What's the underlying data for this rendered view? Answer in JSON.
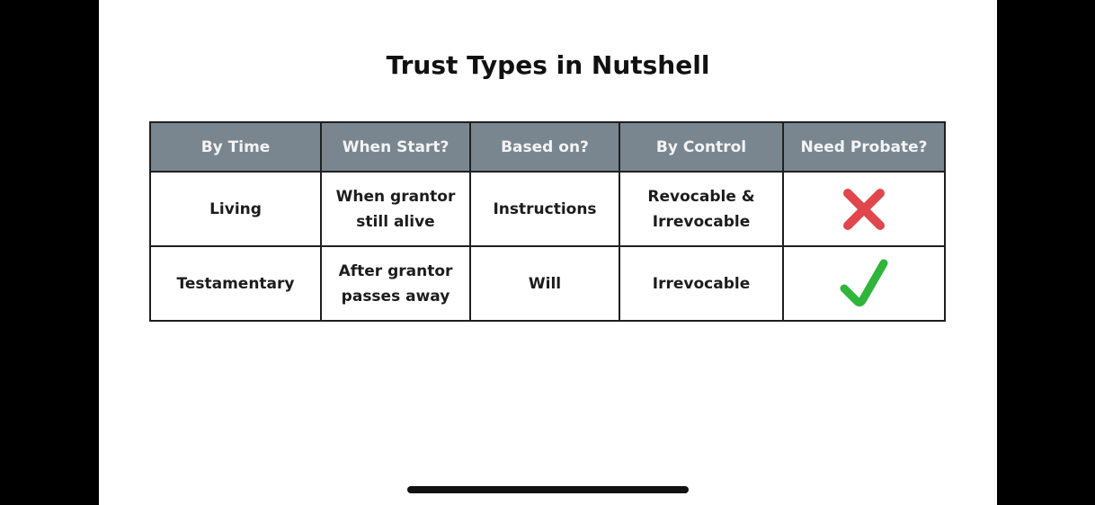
{
  "title": "Trust Types in Nutshell",
  "table": {
    "headers": [
      "By Time",
      "When Start?",
      "Based on?",
      "By Control",
      "Need Probate?"
    ],
    "rows": [
      {
        "by_time": "Living",
        "when_start": [
          "When grantor",
          "still alive"
        ],
        "based_on": "Instructions",
        "by_control": [
          "Revocable &",
          "Irrevocable"
        ],
        "need_probate": {
          "value": "No",
          "icon": "x-icon",
          "color": "#e0474c"
        }
      },
      {
        "by_time": "Testamentary",
        "when_start": [
          "After grantor",
          "passes away"
        ],
        "based_on": "Will",
        "by_control": [
          "Irrevocable"
        ],
        "need_probate": {
          "value": "Yes",
          "icon": "check-icon",
          "color": "#2fb53a"
        }
      }
    ]
  },
  "colors": {
    "header_bg": "#7a868f",
    "header_text": "#f2f4f5",
    "border": "#1f1f1f",
    "slide_bg": "#ffffff",
    "frame_bg": "#000000"
  }
}
